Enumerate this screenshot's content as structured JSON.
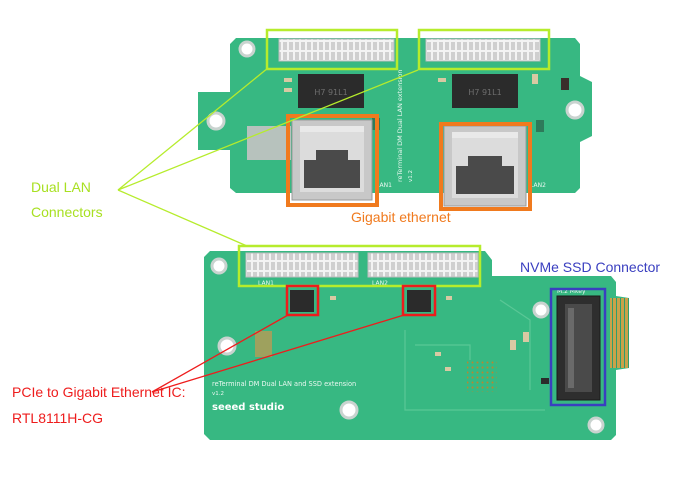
{
  "board_top": {
    "silkscreen": "reTerminal DM Dual LAN extension",
    "version": "v1.2",
    "port_labels": [
      "LAN1",
      "LAN2"
    ]
  },
  "board_bottom": {
    "silkscreen": "reTerminal DM Dual LAN and SSD extension",
    "version": "v1.2",
    "brand": "seeed studio",
    "port_labels": [
      "LAN1",
      "LAN2"
    ],
    "slot_label": "M.2 Mkey"
  },
  "annotations": {
    "dual_lan": [
      "Dual LAN",
      "Connectors"
    ],
    "gigabit": "Gigabit ethernet",
    "nvme": "NVMe SSD Connector",
    "pcie": [
      "PCIe to Gigabit Ethernet IC:",
      "RTL8111H-CG"
    ]
  },
  "colors": {
    "pcb": "#37b882",
    "lime": "#b6ec2c",
    "orange": "#f07a1e",
    "blue": "#3a3fc0",
    "red": "#ee1c1c"
  }
}
